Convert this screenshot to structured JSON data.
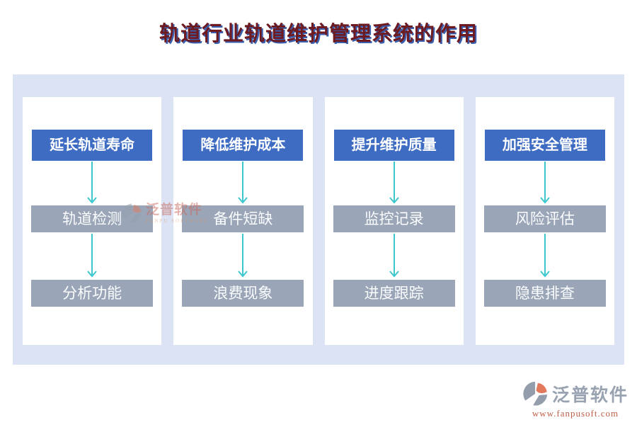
{
  "title": "轨道行业轨道维护管理系统的作用",
  "columns": [
    {
      "header": "延长轨道寿命",
      "items": [
        "轨道检测",
        "分析功能"
      ]
    },
    {
      "header": "降低维护成本",
      "items": [
        "备件短缺",
        "浪费现象"
      ]
    },
    {
      "header": "提升维护质量",
      "items": [
        "监控记录",
        "进度跟踪"
      ]
    },
    {
      "header": "加强安全管理",
      "items": [
        "风险评估",
        "隐患排查"
      ]
    }
  ],
  "watermark": {
    "brand": "泛普软件",
    "subtitle": "FANPU SOFTWARE"
  },
  "footer": {
    "brand": "泛普软件",
    "url": "www.fanpusoft.com"
  },
  "icons": {
    "logo": "fanpu-logo-icon",
    "arrow": "down-arrow-icon"
  },
  "colors": {
    "accent": "#3d6cc2",
    "itemBg": "#9aa6b8",
    "panel": "#dbe3f4",
    "arrow": "#3cc7cd",
    "titleColor": "#6e1a21",
    "titleShadow": "#3a5fae",
    "footerBrand": "#99a2b0",
    "footerUrl": "#c05f4a",
    "watermarkText": "#c96a5e",
    "watermarkSub": "#d88e5e",
    "logoGray": "#939dac",
    "logoOrange": "#e2795c"
  }
}
